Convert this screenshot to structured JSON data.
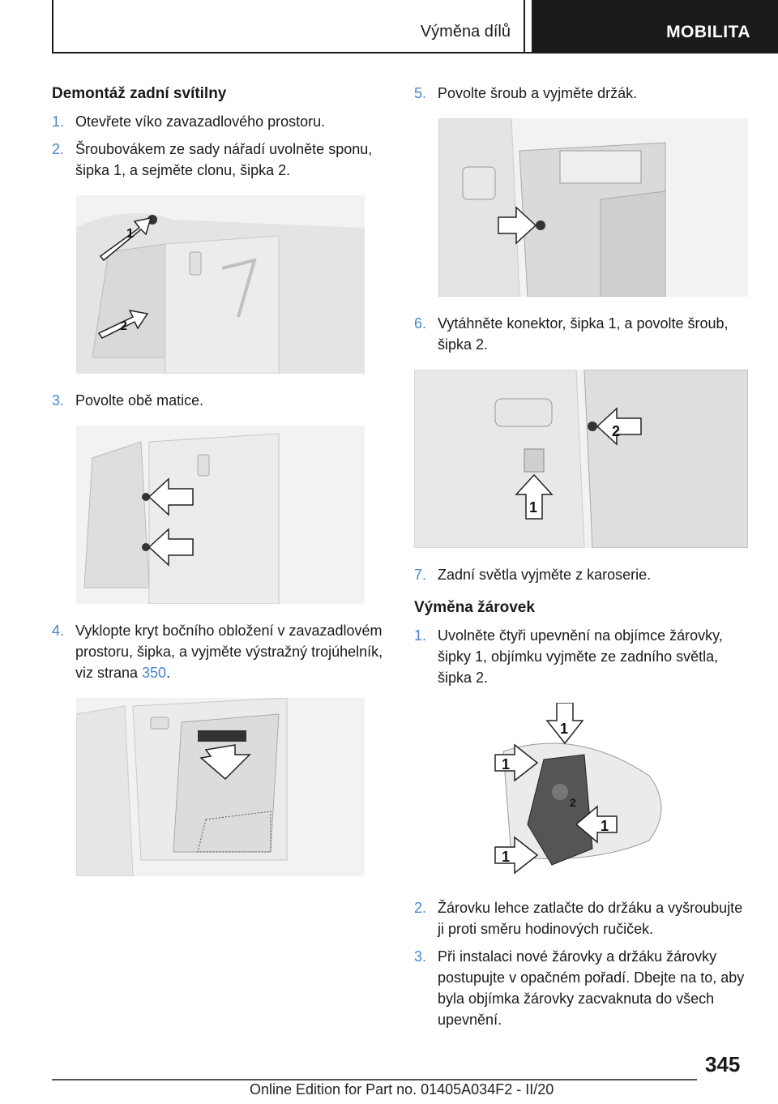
{
  "header": {
    "section": "Výměna dílů",
    "chapter": "MOBILITA"
  },
  "left": {
    "heading": "Demontáž zadní svítilny",
    "steps": [
      {
        "num": "1.",
        "text": "Otevřete víko zavazadlového prostoru."
      },
      {
        "num": "2.",
        "text": "Šroubovákem ze sady nářadí uvolněte sponu, šipka 1, a sejměte clonu, šipka 2."
      },
      {
        "num": "3.",
        "text": "Povolte obě matice."
      },
      {
        "num": "4.",
        "text_before": "Vyklopte kryt bočního obložení v zavazadlovém prostoru, šipka, a vyjměte výstražný trojúhelník, viz strana ",
        "link": "350",
        "text_after": "."
      }
    ],
    "figure_labels": {
      "fig1": [
        "1",
        "2"
      ]
    }
  },
  "right": {
    "steps_a": [
      {
        "num": "5.",
        "text": "Povolte šroub a vyjměte držák."
      },
      {
        "num": "6.",
        "text": "Vytáhněte konektor, šipka 1, a povolte šroub, šipka 2."
      },
      {
        "num": "7.",
        "text": "Zadní světla vyjměte z karoserie."
      }
    ],
    "figure_labels": {
      "fig6": [
        "2",
        "1"
      ],
      "fig8": [
        "1",
        "1",
        "2",
        "1",
        "1"
      ]
    },
    "heading": "Výměna žárovek",
    "steps_b": [
      {
        "num": "1.",
        "text": "Uvolněte čtyři upevnění na objímce žárovky, šipky 1, objímku vyjměte ze zadního světla, šipka 2."
      },
      {
        "num": "2.",
        "text": "Žárovku lehce zatlačte do držáku a vyšroubujte ji proti směru hodinových ručiček."
      },
      {
        "num": "3.",
        "text": "Při instalaci nové žárovky a držáku žárovky postupujte v opačném pořadí. Dbejte na to, aby byla objímka žárovky zacvaknuta do všech upevnění."
      }
    ]
  },
  "footer": {
    "page": "345",
    "edition": "Online Edition for Part no. 01405A034F2 - II/20"
  }
}
